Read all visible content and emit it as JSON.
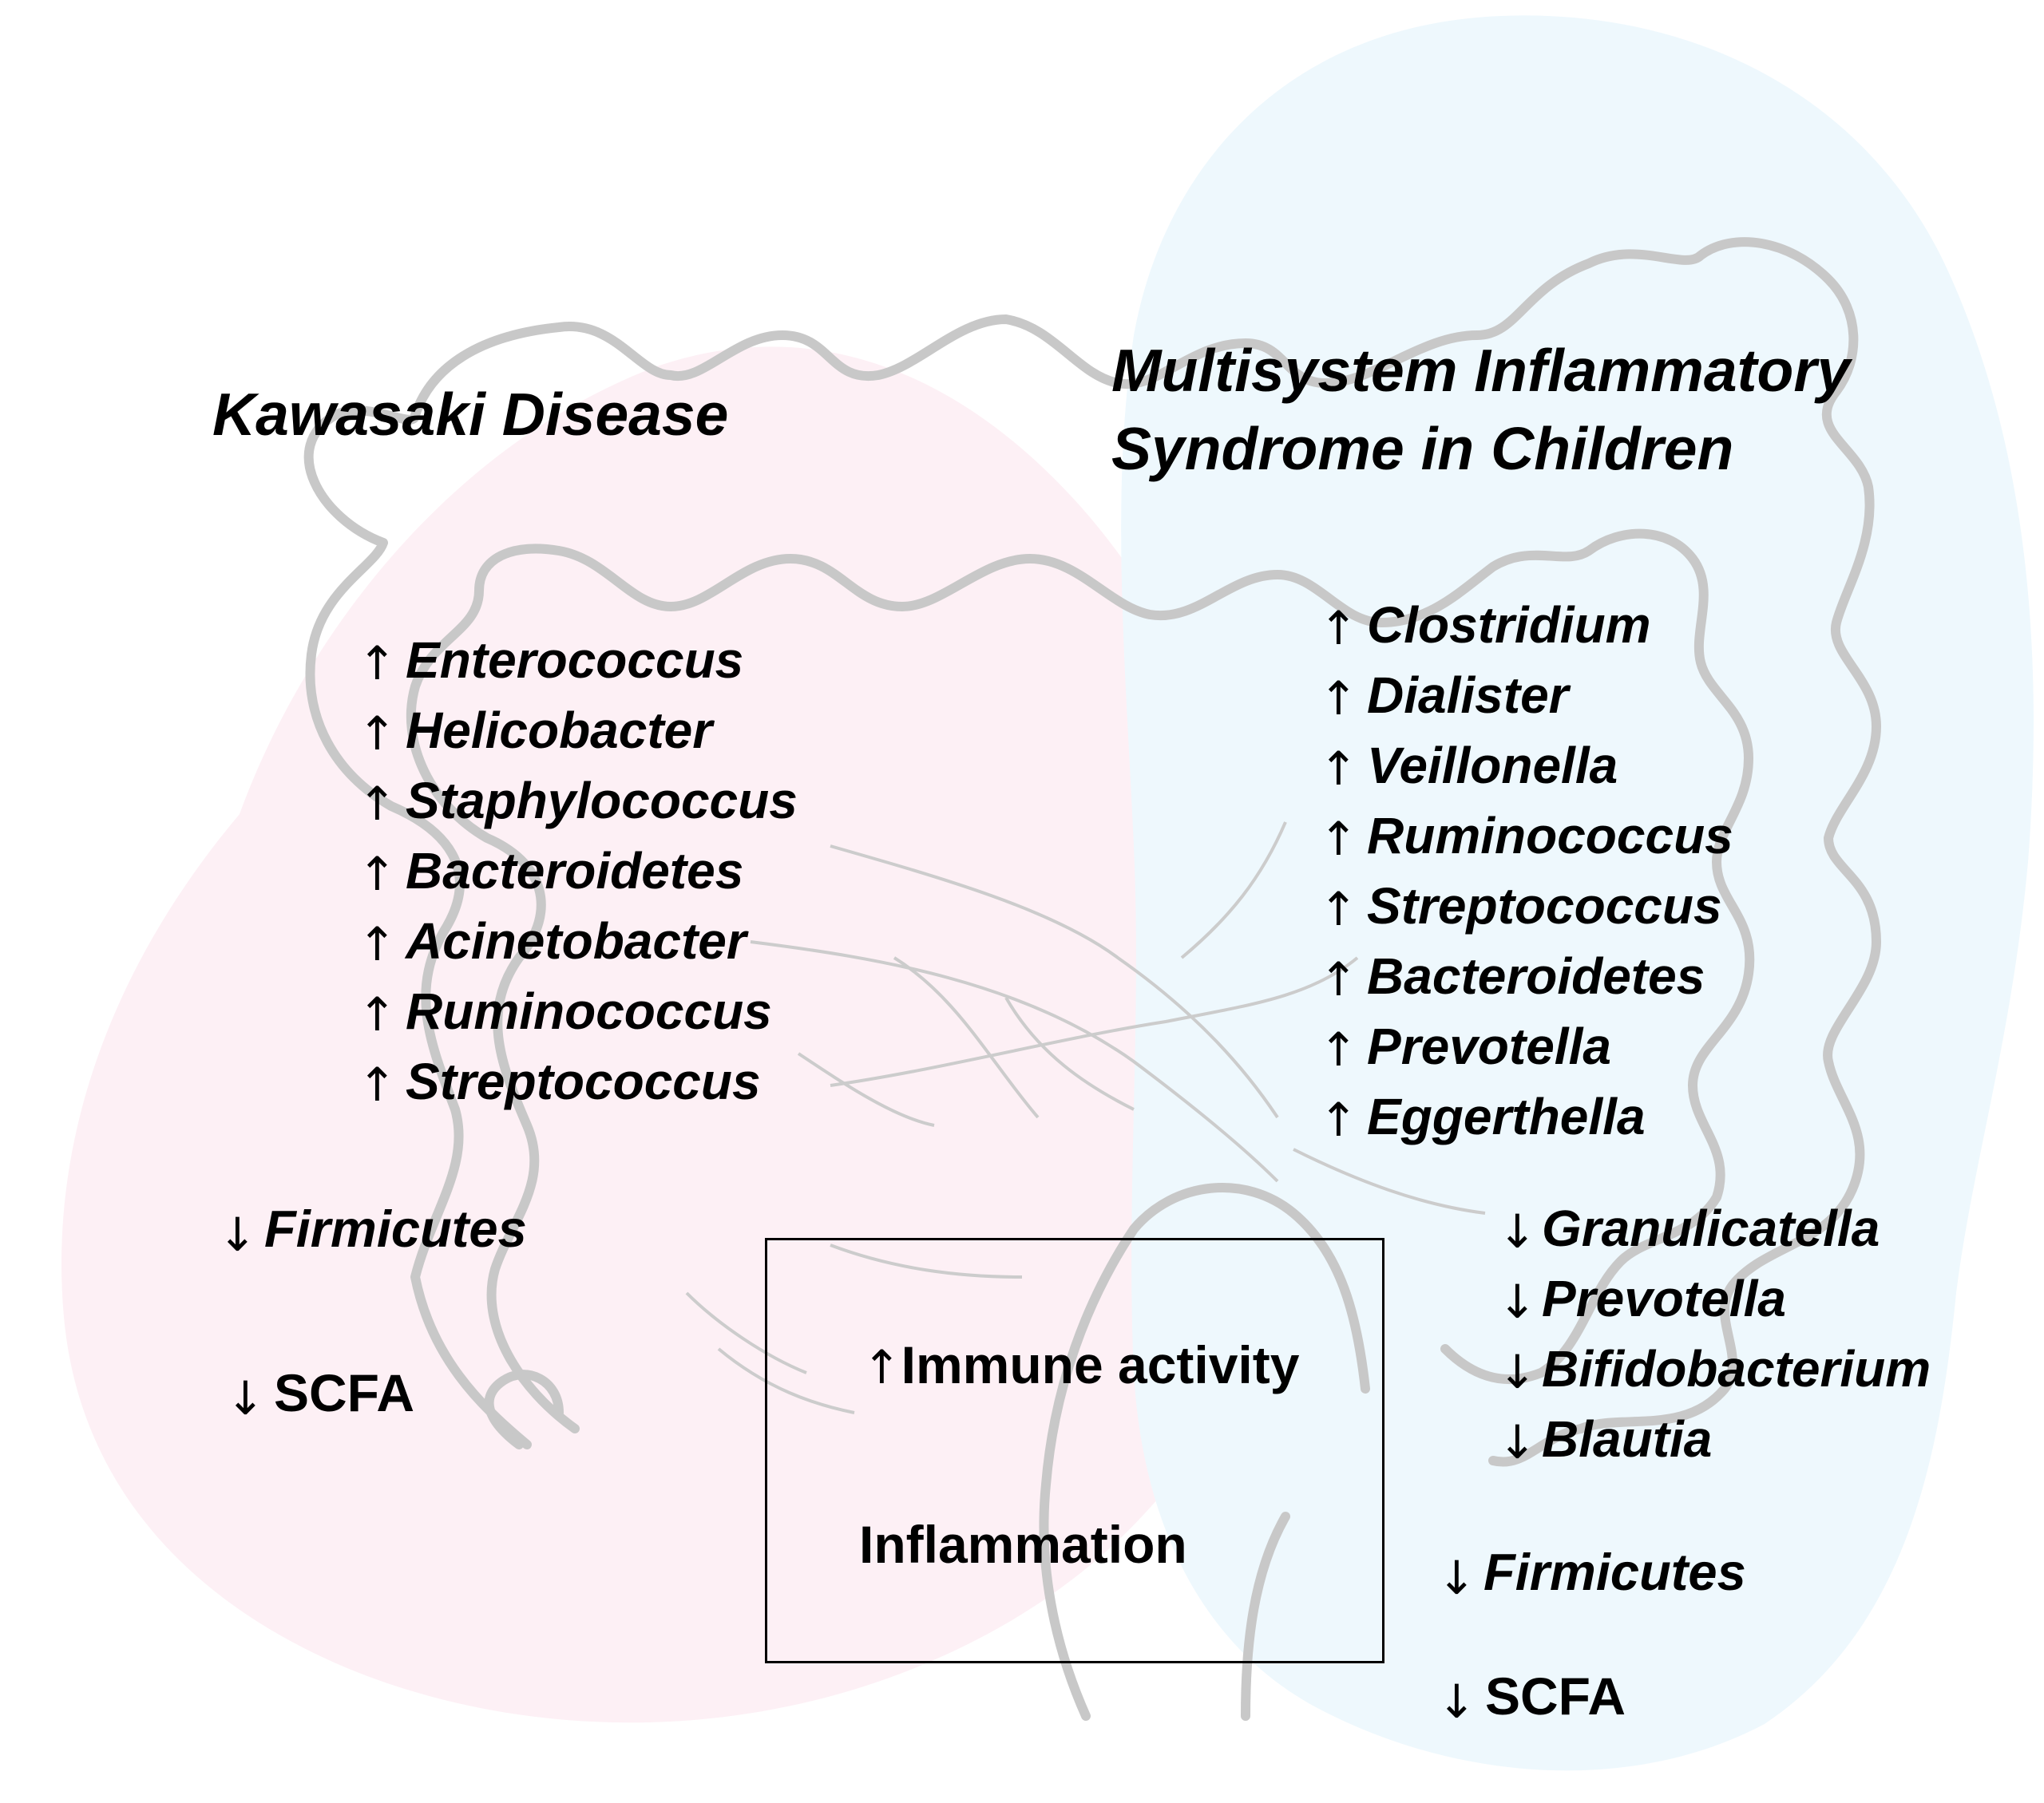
{
  "kawasaki": {
    "title": "Kawasaki Disease",
    "up_arrow": "↑",
    "down_arrow": "↓",
    "increased": [
      "Enterococcus",
      "Helicobacter",
      "Staphylococcus",
      "Bacteroidetes",
      "Acinetobacter",
      "Ruminococcus",
      "Streptococcus"
    ],
    "decreased": [
      "Firmicutes"
    ],
    "metabolite": "SCFA"
  },
  "misc": {
    "title_line1": "Multisystem Inflammatory",
    "title_line2": "Syndrome in Children",
    "up_arrow": "↑",
    "down_arrow": "↓",
    "increased": [
      "Clostridium",
      "Dialister",
      "Veillonella",
      "Ruminococcus",
      "Streptococcus",
      "Bacteroidetes",
      "Prevotella",
      "Eggerthella"
    ],
    "decreased": [
      "Granulicatella",
      "Prevotella",
      "Bifidobacterium",
      "Blautia"
    ],
    "decreased_phylum": "Firmicutes",
    "metabolite": "SCFA"
  },
  "effects": {
    "up_arrow": "↑",
    "immune": "Immune activity",
    "inflammation": "Inflammation"
  },
  "colors": {
    "kawasaki_region": "#fdf0f5",
    "misc_region": "#eef8fd",
    "intestine_outline": "#c8c8c8",
    "text": "#000000"
  }
}
